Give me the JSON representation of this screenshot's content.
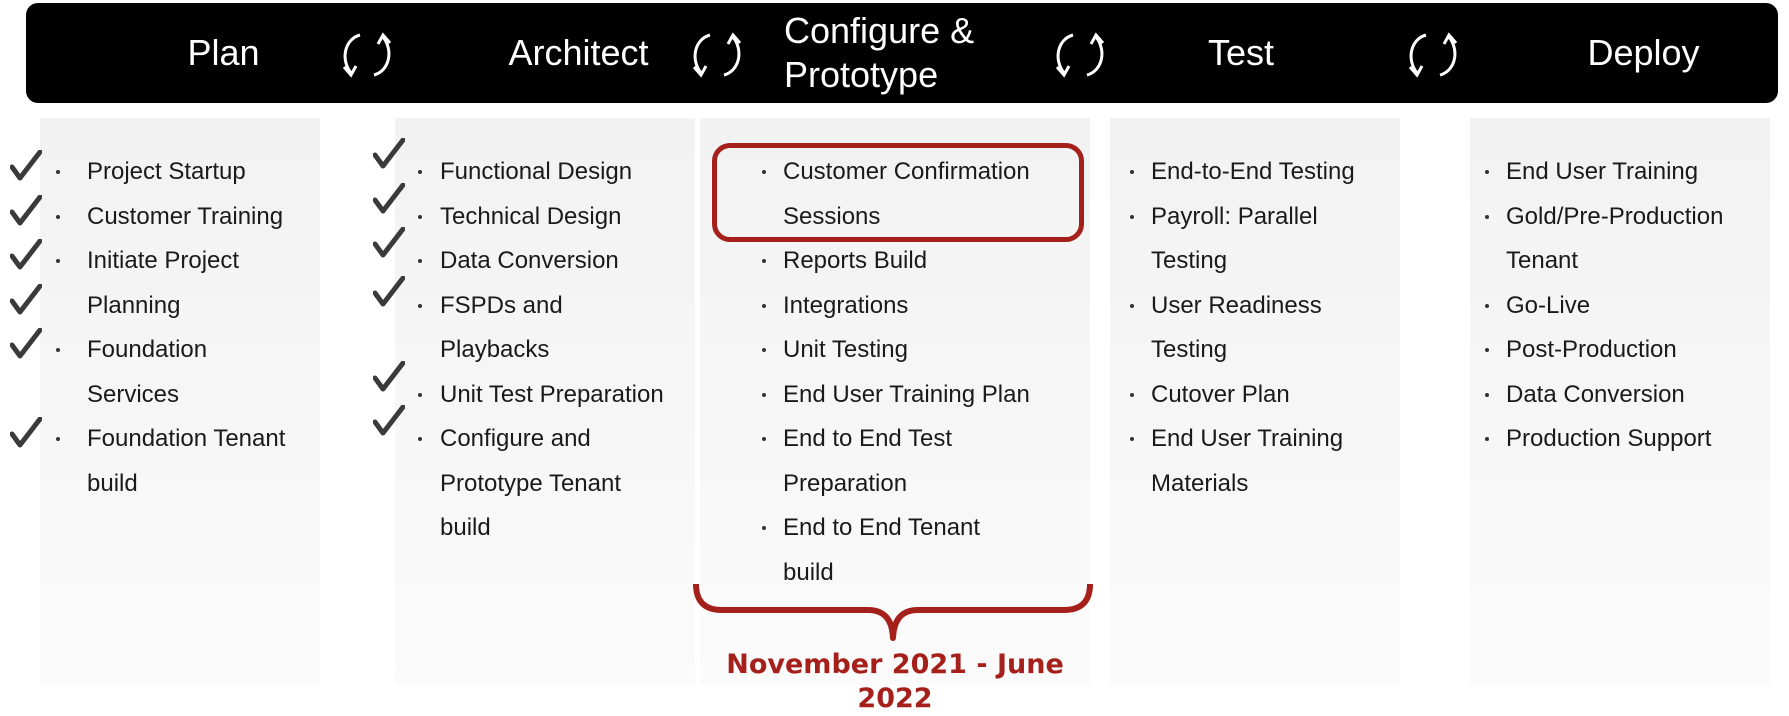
{
  "phases": [
    {
      "label": "Plan"
    },
    {
      "label": "Architect"
    },
    {
      "label": "Configure &\nPrototype"
    },
    {
      "label": "Test"
    },
    {
      "label": "Deploy"
    }
  ],
  "cycle_icon": "cycle-arrows-icon",
  "checkmark_icon": "checkmark-icon",
  "columns": {
    "plan": {
      "items": [
        "Project Startup",
        "Customer Training",
        "Initiate Project",
        "Planning",
        "Foundation",
        "Services",
        "Foundation Tenant",
        "build"
      ]
    },
    "architect": {
      "items": [
        "Functional Design",
        "Technical Design",
        "Data Conversion",
        "FSPDs and",
        "Playbacks",
        "Unit Test Preparation",
        "Configure and",
        "Prototype Tenant",
        "build"
      ]
    },
    "configure": {
      "items": [
        "Customer Confirmation",
        "Sessions",
        "Reports Build",
        "Integrations",
        "Unit Testing",
        "End User Training Plan",
        "End to End Test",
        "Preparation",
        "End to End Tenant",
        "build"
      ]
    },
    "test": {
      "items": [
        "End-to-End Testing",
        "Payroll: Parallel",
        "Testing",
        "User Readiness",
        "Testing",
        "Cutover Plan",
        "End User Training",
        "Materials"
      ]
    },
    "deploy": {
      "items": [
        "End User Training",
        "Gold/Pre-Production",
        "Tenant",
        "Go-Live",
        "Post-Production",
        "Data Conversion",
        "Production Support"
      ]
    }
  },
  "timeline": {
    "label": "November 2021 - June 2022"
  },
  "colors": {
    "accent": "#a5201a",
    "bar": "#000000",
    "check": "#3a3a3a"
  }
}
